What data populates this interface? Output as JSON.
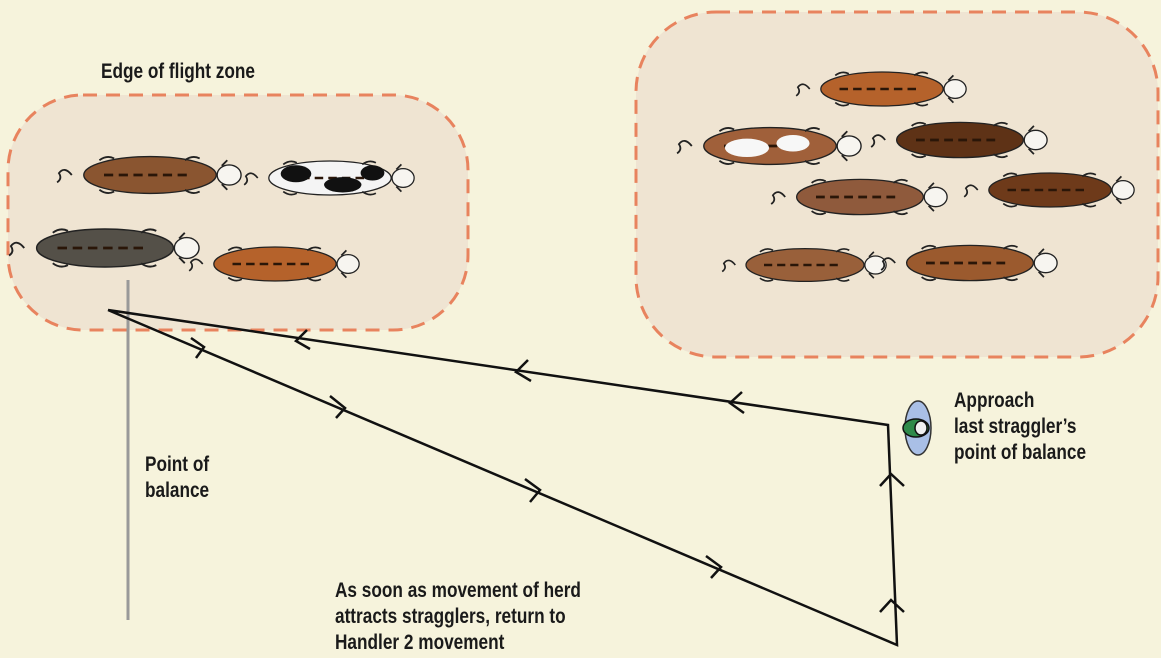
{
  "labels": {
    "flight_zone": "Edge of flight zone",
    "point_of_balance": [
      "Point of",
      "balance"
    ],
    "approach": [
      "Approach",
      "last straggler’s",
      "point of balance"
    ],
    "movement": [
      "As soon as movement of herd",
      "attracts stragglers, return to",
      "Handler 2 movement"
    ]
  },
  "colors": {
    "background": "#f6f3dc",
    "zone_fill": "#efe4d2",
    "zone_border": "#e8835e",
    "path": "#111111",
    "balance_line": "#999999",
    "handler_hat": "#a9bfe6",
    "handler_body": "#2f8a4a"
  },
  "icons": {
    "handler": "handler-topdown-icon",
    "cattle": "cow-topdown-icon"
  }
}
